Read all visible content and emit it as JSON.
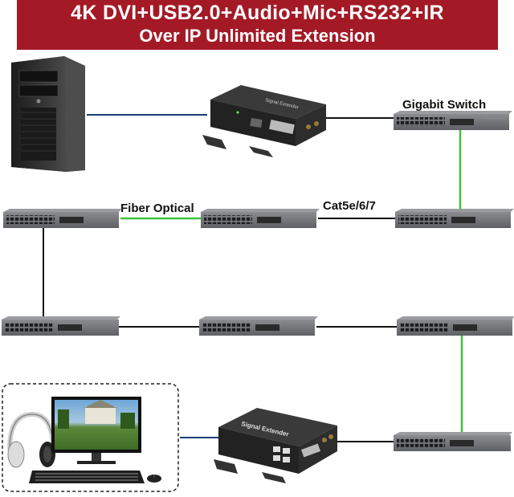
{
  "title": {
    "line1": "4K DVI+USB2.0+Audio+Mic+RS232+IR",
    "line2": "Over IP Unlimited Extension"
  },
  "labels": {
    "gigabit_switch": "Gigabit Switch",
    "fiber_optical": "Fiber Optical",
    "cat": "Cat5e/6/7"
  },
  "devices": {
    "transmitter_label": "Signal Extender",
    "receiver_label": "Signal Extender"
  },
  "colors": {
    "banner": "#a31a26",
    "fiber_link": "#3cc23c",
    "pc_link": "#1d3f73",
    "switch_body": "#6d6f73",
    "extender_body": "#2a2a2a"
  }
}
